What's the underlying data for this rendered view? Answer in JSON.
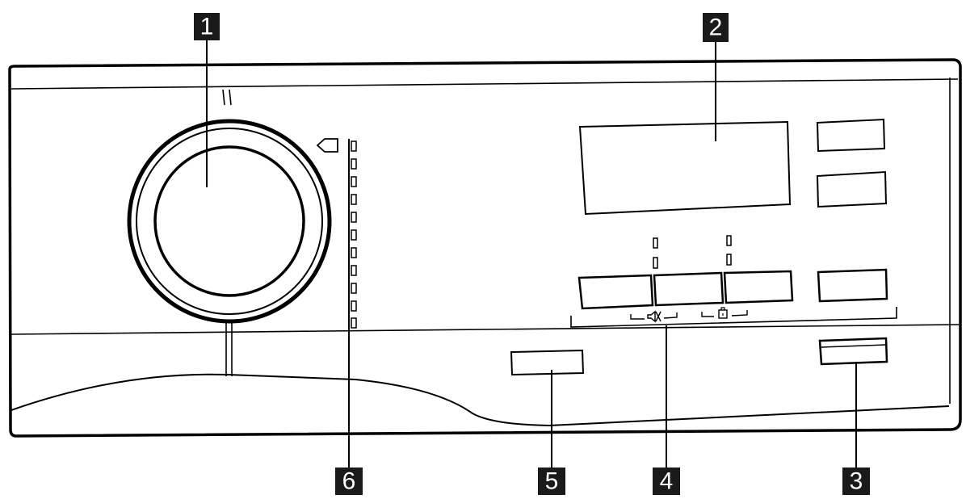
{
  "callouts": [
    {
      "id": "1",
      "label": "1"
    },
    {
      "id": "2",
      "label": "2"
    },
    {
      "id": "3",
      "label": "3"
    },
    {
      "id": "4",
      "label": "4"
    },
    {
      "id": "5",
      "label": "5"
    },
    {
      "id": "6",
      "label": "6"
    }
  ],
  "icons": {
    "programme_tag": "tag-icon",
    "sound_off": "speaker-mute-icon",
    "child_lock": "lock-icon"
  },
  "colors": {
    "callout_fill": "#1a1a1a",
    "callout_text": "#ffffff",
    "line": "#000000",
    "background": "#ffffff"
  }
}
